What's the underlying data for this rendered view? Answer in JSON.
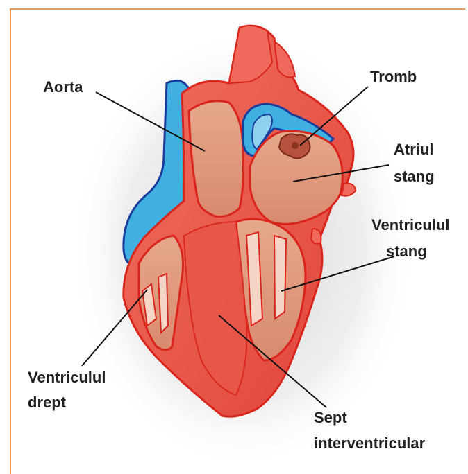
{
  "labels": {
    "aorta": "Aorta",
    "tromb": "Tromb",
    "atriul_line1": "Atriul",
    "atriul_line2": "stang",
    "vs_line1": "Ventriculul",
    "vs_line2": "stang",
    "vd_line1": "Ventriculul",
    "vd_line2": "drept",
    "sept_line1": "Sept",
    "sept_line2": "interventricular"
  },
  "colors": {
    "frame": "#e99a5a",
    "heart_red": "#e8493f",
    "heart_outline": "#d9251c",
    "vessel_blue": "#3fb0e0",
    "vessel_outline": "#1a3d9c",
    "chamber_tan": "#e7a98d",
    "leader_line": "#111111"
  }
}
